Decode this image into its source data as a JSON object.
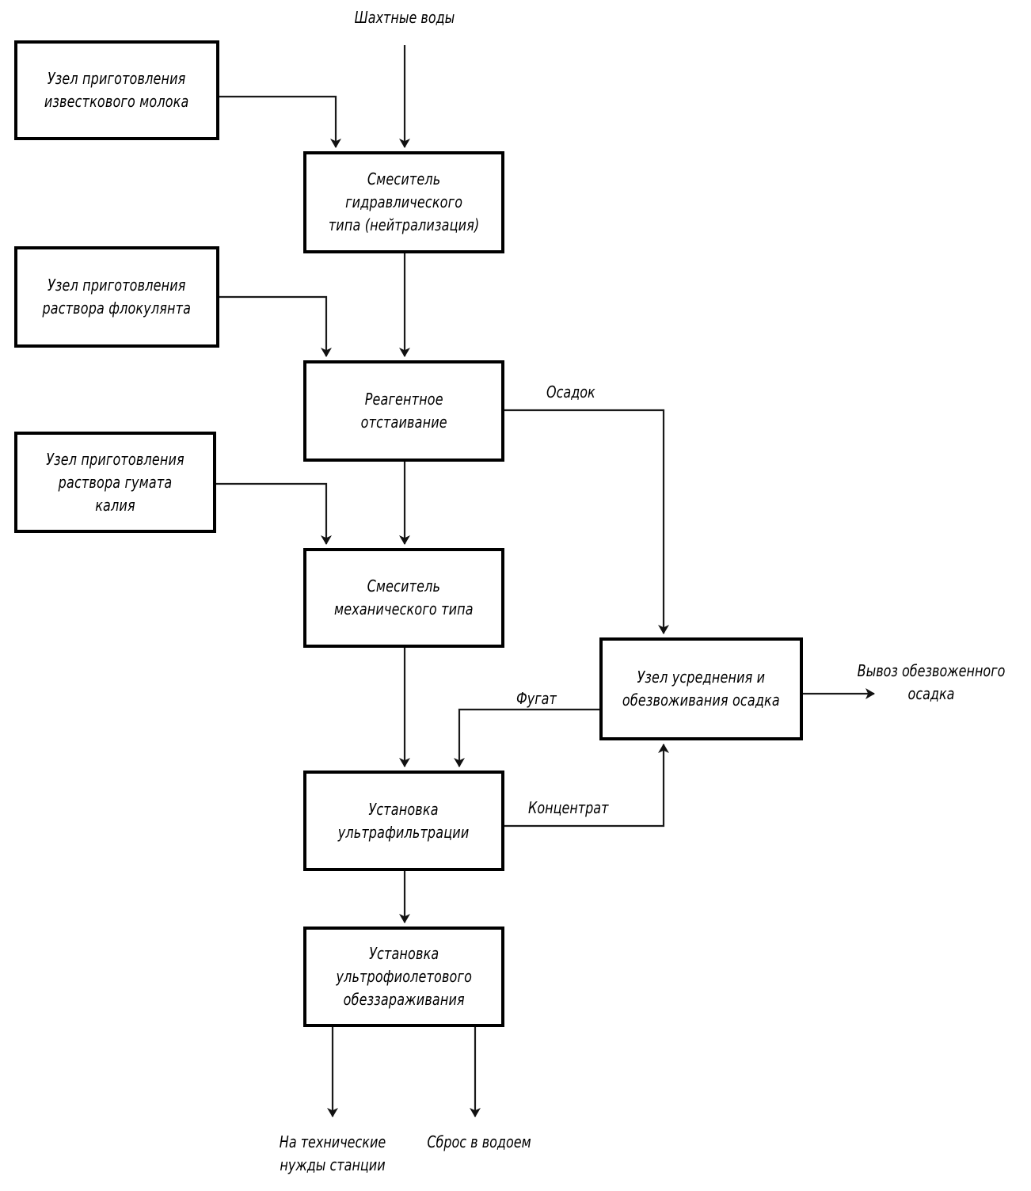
{
  "diagram": {
    "title_text": "Шахтные воды",
    "type": "process-flow",
    "language": "ru",
    "colors": {
      "background": "#ffffff",
      "node_border": "#000000",
      "node_fill": "#ffffff",
      "connector": "#1a1a1a",
      "text": "#000000"
    },
    "nodes": [
      {
        "id": "lime-milk-unit",
        "label": "Узел приготовления\nизвесткового молока"
      },
      {
        "id": "hydraulic-mixer",
        "label": "Смеситель\nгидравлического\nтипа (нейтрализация)"
      },
      {
        "id": "flocculant-unit",
        "label": "Узел приготовления\nраствора флокулянта"
      },
      {
        "id": "reagent-settling",
        "label": "Реагентное\nотстаивание"
      },
      {
        "id": "humate-unit",
        "label": "Узел приготовления\nраствора гумата калия"
      },
      {
        "id": "mechanical-mixer",
        "label": "Смеситель\nмеханического типа"
      },
      {
        "id": "sludge-dewatering",
        "label": "Узел усреднения и\nобезвоживания осадка"
      },
      {
        "id": "ultrafiltration",
        "label": "Установка\nультрафильтрации"
      },
      {
        "id": "uv-disinfection",
        "label": "Установка\nультрофиолетового\nобеззараживания"
      }
    ],
    "flow_labels": [
      {
        "id": "mine-water",
        "text": "Шахтные воды"
      },
      {
        "id": "sediment",
        "text": "Осадок"
      },
      {
        "id": "centrate",
        "text": "Фугат"
      },
      {
        "id": "concentrate",
        "text": "Концентрат"
      },
      {
        "id": "dewatered-out",
        "text": "Вывоз обезвоженного\nосадка"
      },
      {
        "id": "technical-needs",
        "text": "На технические\nнужды станции"
      },
      {
        "id": "discharge",
        "text": "Сброс в водоем"
      }
    ]
  }
}
